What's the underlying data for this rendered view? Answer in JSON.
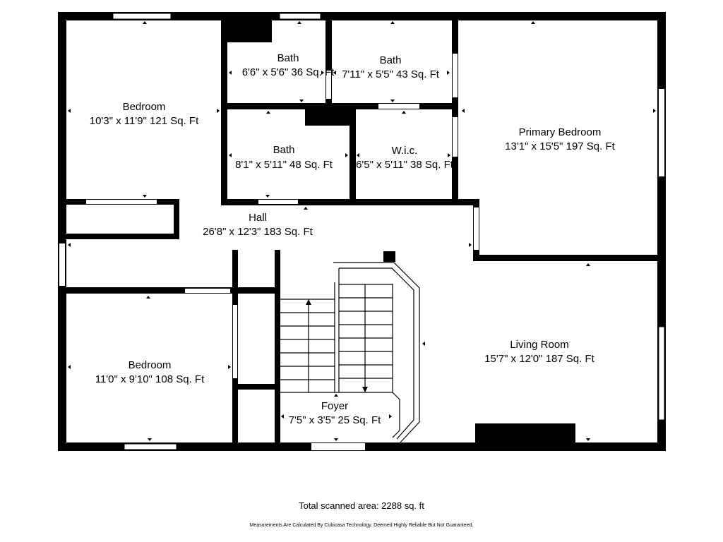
{
  "rooms": [
    {
      "id": "bedroom-1",
      "name": "Bedroom",
      "dims": "10'3\" x 11'9\" 121 Sq. Ft"
    },
    {
      "id": "bath-1",
      "name": "Bath",
      "dims": "6'6\" x 5'6\" 36 Sq. Ft"
    },
    {
      "id": "bath-2",
      "name": "Bath",
      "dims": "7'11\" x 5'5\" 43 Sq. Ft"
    },
    {
      "id": "bath-3",
      "name": "Bath",
      "dims": "8'1\" x 5'11\" 48 Sq. Ft"
    },
    {
      "id": "wic",
      "name": "W.i.c.",
      "dims": "6'5\" x 5'11\" 38 Sq. Ft"
    },
    {
      "id": "primary-bedroom",
      "name": "Primary Bedroom",
      "dims": "13'1\" x 15'5\" 197 Sq. Ft"
    },
    {
      "id": "hall",
      "name": "Hall",
      "dims": "26'8\" x 12'3\" 183 Sq. Ft"
    },
    {
      "id": "bedroom-2",
      "name": "Bedroom",
      "dims": "11'0\" x 9'10\" 108 Sq. Ft"
    },
    {
      "id": "living-room",
      "name": "Living Room",
      "dims": "15'7\" x 12'0\" 187 Sq. Ft"
    },
    {
      "id": "foyer",
      "name": "Foyer",
      "dims": "7'5\" x 3'5\" 25 Sq. Ft"
    }
  ],
  "footer": {
    "total": "Total scanned area: 2288 sq. ft",
    "disclaimer": "Measurements Are Calculated By Cubicasa Technology. Deemed Highly Reliable But Not Guaranteed."
  },
  "colors": {
    "wall": "#000000",
    "window": "#ffffff",
    "background": "#ffffff"
  }
}
